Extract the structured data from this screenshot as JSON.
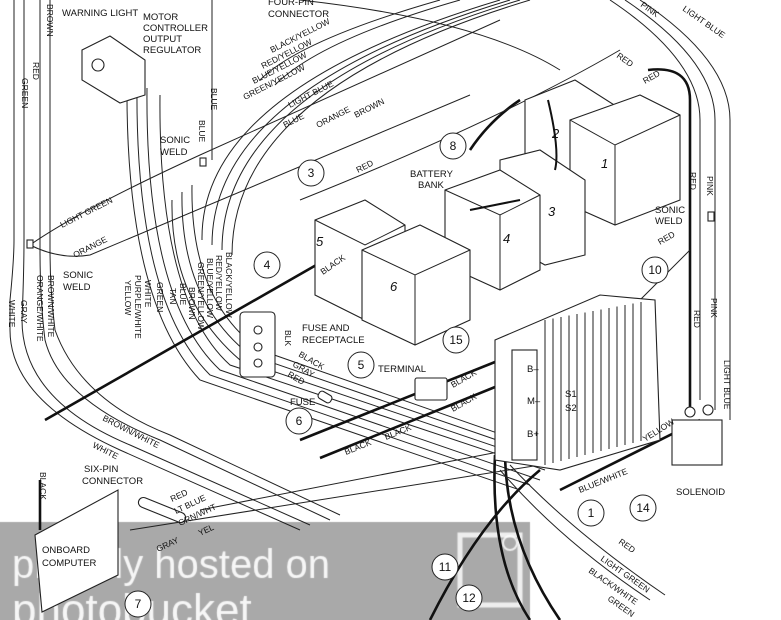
{
  "components": {
    "warning_light": "WARNING LIGHT",
    "regulator": [
      "MOTOR",
      "CONTROLLER",
      "OUTPUT",
      "REGULATOR"
    ],
    "four_pin": [
      "FOUR-PIN",
      "CONNECTOR"
    ],
    "sonic_weld": [
      "SONIC",
      "WELD"
    ],
    "battery_bank": [
      "BATTERY",
      "BANK"
    ],
    "fuse_receptacle": [
      "FUSE AND",
      "RECEPTACLE"
    ],
    "terminal": "TERMINAL",
    "fuse": "FUSE",
    "six_pin": [
      "SIX-PIN",
      "CONNECTOR"
    ],
    "onboard_computer": [
      "ONBOARD",
      "COMPUTER"
    ],
    "solenoid": "SOLENOID",
    "controller_terminals": [
      "B–",
      "S1",
      "S2",
      "M–",
      "B+"
    ]
  },
  "callouts": [
    "1",
    "3",
    "4",
    "5",
    "6",
    "7",
    "8",
    "10",
    "11",
    "12",
    "14",
    "15"
  ],
  "battery_numbers": [
    "1",
    "2",
    "3",
    "4",
    "5",
    "6"
  ],
  "wire_labels": {
    "vertical_top": [
      "RED",
      "GREEN",
      "BROWN",
      "BLUE",
      "BLUE"
    ],
    "vertical_bundle": [
      "WHITE",
      "GRAY",
      "ORANGE/WHITE",
      "BROWN/WHITE",
      "YELLOW",
      "PURPLE/WHITE",
      "WHITE",
      "GREEN",
      "TAN",
      "BLUE",
      "BROWN",
      "GREEN/YELLOW",
      "BLUE/YELLOW",
      "RED/YELLOW",
      "BLACK/YELLOW"
    ],
    "diagonal_top": [
      "GREEN/YELLOW",
      "BLUE/YELLOW",
      "RED/YELLOW",
      "BLACK/YELLOW",
      "LIGHT BLUE",
      "BLUE",
      "ORANGE",
      "BROWN"
    ],
    "left": [
      "LIGHT GREEN",
      "ORANGE",
      "BROWN/WHITE",
      "WHITE",
      "BLACK"
    ],
    "battery": [
      "RED",
      "BLACK",
      "RED",
      "RED",
      "RED",
      "RED",
      "PINK",
      "PINK",
      "LIGHT BLUE"
    ],
    "fuse": [
      "BLK",
      "BLACK",
      "GRAY",
      "RED"
    ],
    "controller": [
      "BLACK",
      "BLACK",
      "BLACK",
      "BLACK",
      "YELLOW",
      "BLUE/WHITE",
      "RED",
      "PINK",
      "LIGHT BLUE"
    ],
    "six_pin": [
      "RED",
      "LT BLUE",
      "GRN/WHT",
      "YEL",
      "GRAY"
    ],
    "bottom_right": [
      "RED",
      "LIGHT GREEN",
      "BLACK/WHITE",
      "GREEN"
    ]
  },
  "watermark": "proudly hosted on photobucket",
  "watermark_color": "#8c8c8c"
}
